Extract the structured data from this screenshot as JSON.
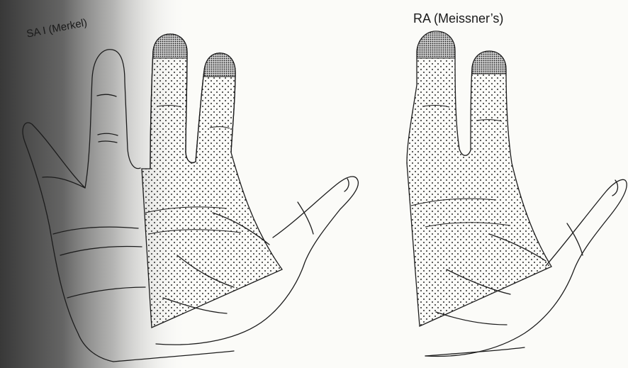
{
  "panels": [
    {
      "label": "SA I (Merkel)"
    },
    {
      "label": "RA (Meissner’s)"
    }
  ],
  "colors": {
    "paper": "#fbfbf8",
    "ink": "#1c1c1c",
    "shade": "#2e2e2e",
    "field_fill": "#ededeb"
  },
  "icons": [
    "left-hand-drawing",
    "right-hand-drawing"
  ]
}
